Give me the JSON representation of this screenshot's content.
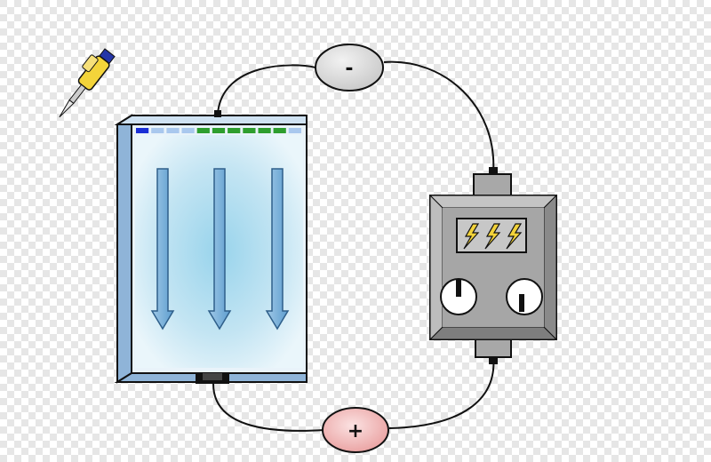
{
  "electrodes": {
    "negative_symbol": "-",
    "positive_symbol": "+"
  },
  "power_supply": {
    "indicator_icons": [
      "lightning-bolt",
      "lightning-bolt",
      "lightning-bolt"
    ],
    "knobs": [
      "dial-knob",
      "dial-knob"
    ]
  },
  "gel": {
    "well_colors": [
      "#1a2fd6",
      "#a9c8ee",
      "#a9c8ee",
      "#a9c8ee",
      "#2e9e2e",
      "#2e9e2e",
      "#2e9e2e",
      "#2e9e2e",
      "#2e9e2e",
      "#2e9e2e",
      "#a9c8ee"
    ],
    "migration_arrow_count": 3,
    "gel_color": "#bfe3f2",
    "frame_color": "#9cc0e0"
  },
  "colors": {
    "background_checker_a": "#ffffff",
    "background_checker_b": "#e6e6e6",
    "negative_electrode": "#d9d9d9",
    "positive_electrode": "#f3b3b3",
    "power_supply_body": "#a6a6a6"
  }
}
